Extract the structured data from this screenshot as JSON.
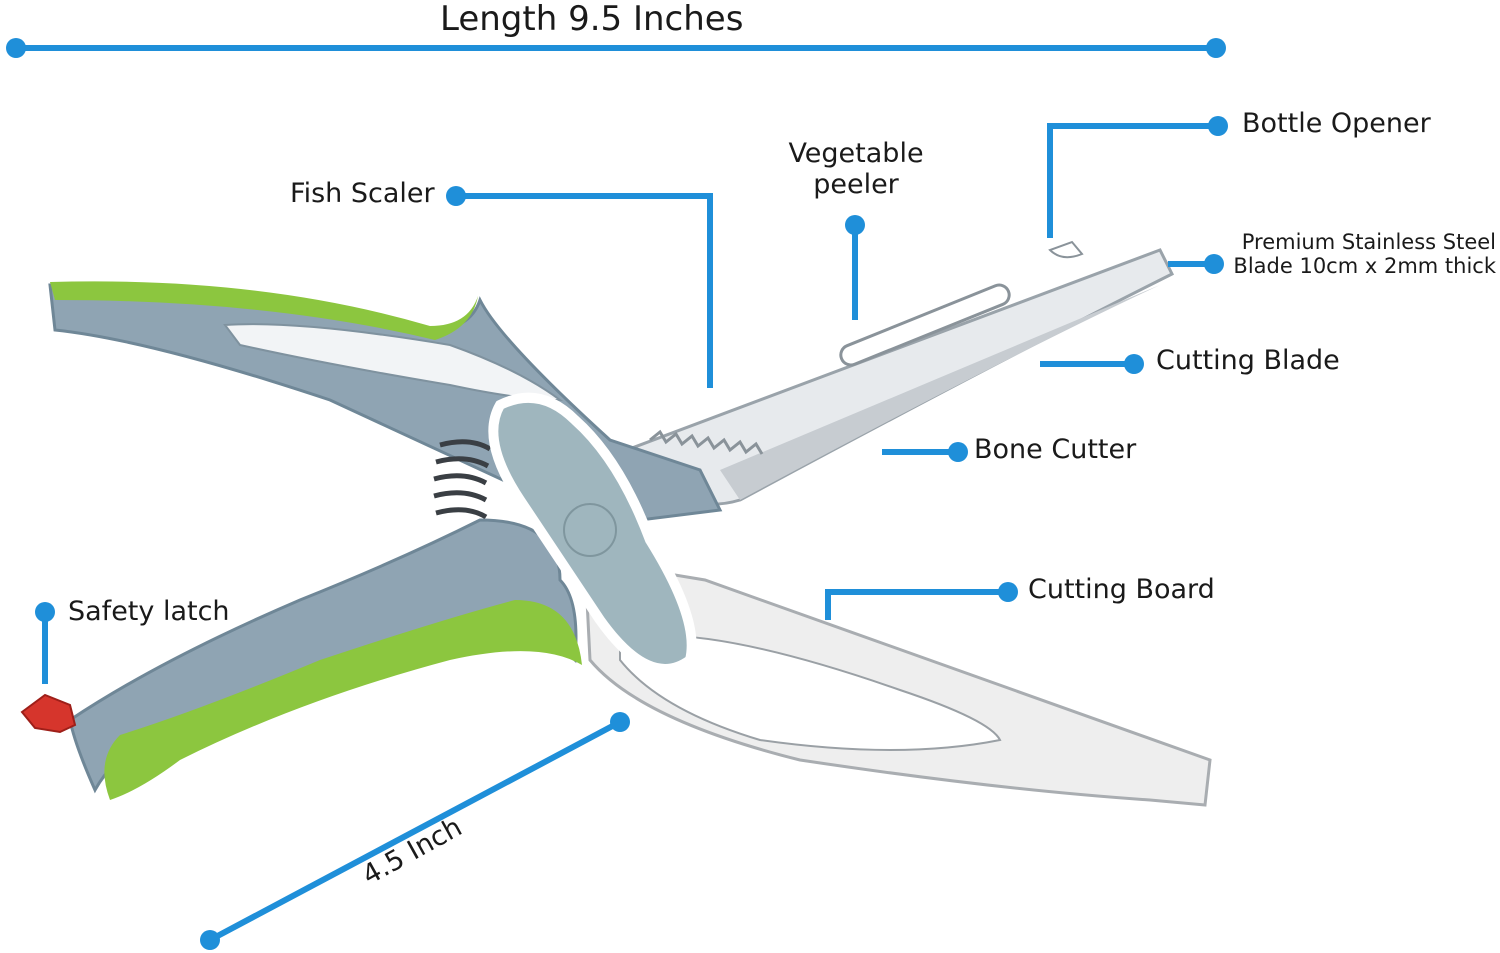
{
  "colors": {
    "callout": "#1f8fd9",
    "handle_grey": "#8fa4b3",
    "handle_grey_dark": "#6f8797",
    "accent_green": "#8cc63f",
    "steel_light": "#e9ecef",
    "steel_dark": "#b9c0c6",
    "board_white": "#f0f0f0",
    "latch_red": "#d6352c",
    "spring": "#3a3f44"
  },
  "dimensions": {
    "overall_length": "Length 9.5 Inches",
    "handle_length": "4.5 Inch"
  },
  "callouts": {
    "bottle_opener": "Bottle Opener",
    "vegetable_peeler_line1": "Vegetable",
    "vegetable_peeler_line2": "peeler",
    "fish_scaler": "Fish Scaler",
    "blade_spec_line1": "Premium Stainless Steel",
    "blade_spec_line2": "Blade 10cm x 2mm thick",
    "cutting_blade": "Cutting Blade",
    "bone_cutter": "Bone Cutter",
    "cutting_board": "Cutting Board",
    "safety_latch": "Safety latch"
  }
}
